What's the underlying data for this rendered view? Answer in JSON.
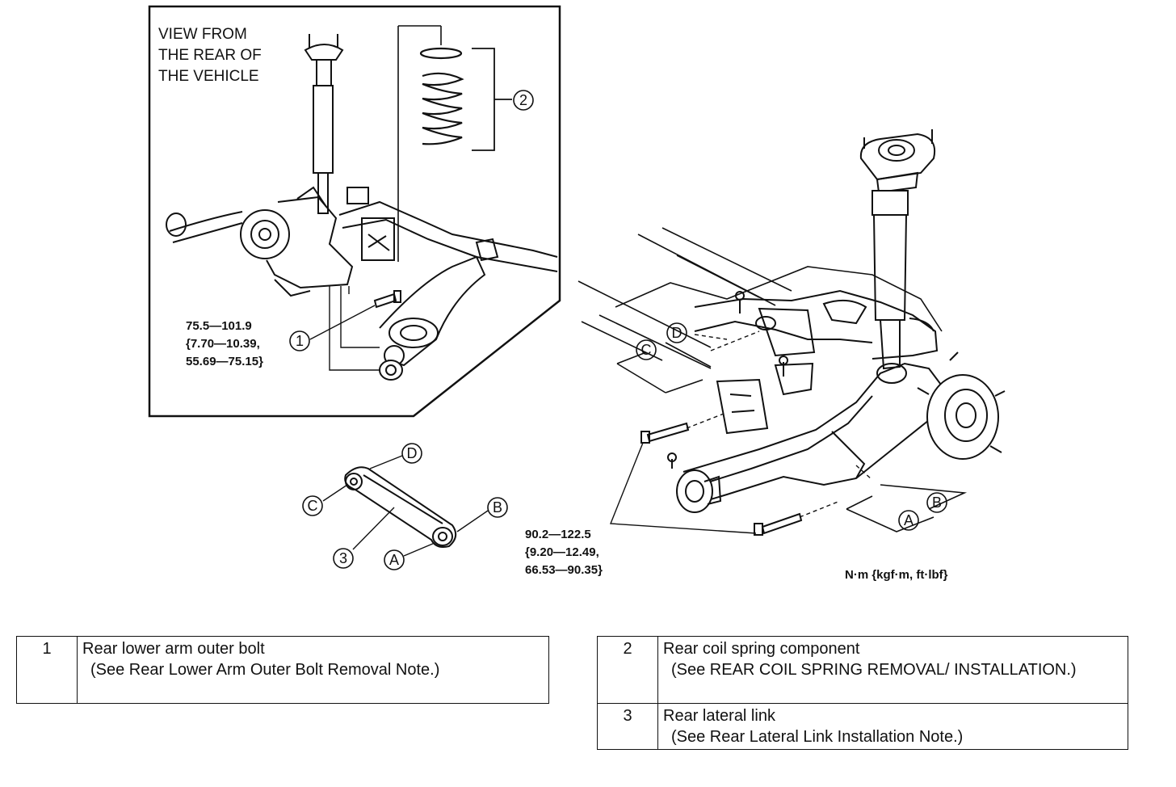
{
  "inset": {
    "view_line1": "VIEW FROM",
    "view_line2": "THE REAR OF",
    "view_line3": "THE VEHICLE",
    "torque": [
      "75.5—101.9",
      "{7.70—10.39,",
      "55.69—75.15}"
    ]
  },
  "main": {
    "torque": [
      "90.2—122.5",
      "{9.20—12.49,",
      "66.53—90.35}"
    ],
    "unit": "N·m {kgf·m, ft·lbf}"
  },
  "callouts": {
    "n1": "1",
    "n2": "2",
    "n3": "3",
    "A": "A",
    "B": "B",
    "C": "C",
    "D": "D"
  },
  "legend": [
    {
      "num": "1",
      "title": "Rear lower arm outer bolt",
      "note": "(See Rear Lower Arm Outer Bolt Removal Note.)"
    },
    {
      "num": "2",
      "title": "Rear coil spring component",
      "note": "(See REAR COIL SPRING REMOVAL/ INSTALLATION.)"
    },
    {
      "num": "3",
      "title": "Rear lateral link",
      "note": "(See Rear Lateral Link Installation Note.)"
    }
  ]
}
